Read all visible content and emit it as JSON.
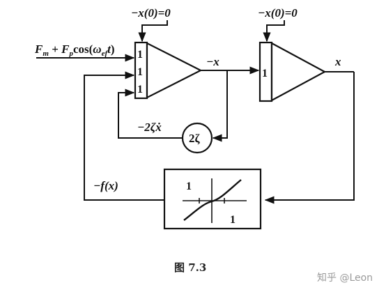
{
  "diagram": {
    "integrator1": {
      "initial_condition": "−x(0)=0",
      "gains": [
        "1",
        "1",
        "1"
      ],
      "output_label": "−x"
    },
    "integrator2": {
      "initial_condition": "−x(0)=0",
      "gain": "1",
      "output_label": "x"
    },
    "input_label": "F_m + F_p cos(ω_ef t)",
    "input_parts": {
      "F1": "F",
      "sub1": "m",
      "plus": " + ",
      "F2": "F",
      "sub2": "p",
      "cos": "cos",
      "paren_open": "(",
      "omega": "ω",
      "sub3": "ef",
      "t": "t",
      "paren_close": ")"
    },
    "damping_block": {
      "label": "2ζ",
      "output_label": "−2ζẋ"
    },
    "nonlinear_block": {
      "output_label": "−f(x)",
      "y_tick": "1",
      "x_tick": "1",
      "input_label": "x"
    }
  },
  "caption": "图 7.3",
  "watermark": "知乎 @Leon"
}
